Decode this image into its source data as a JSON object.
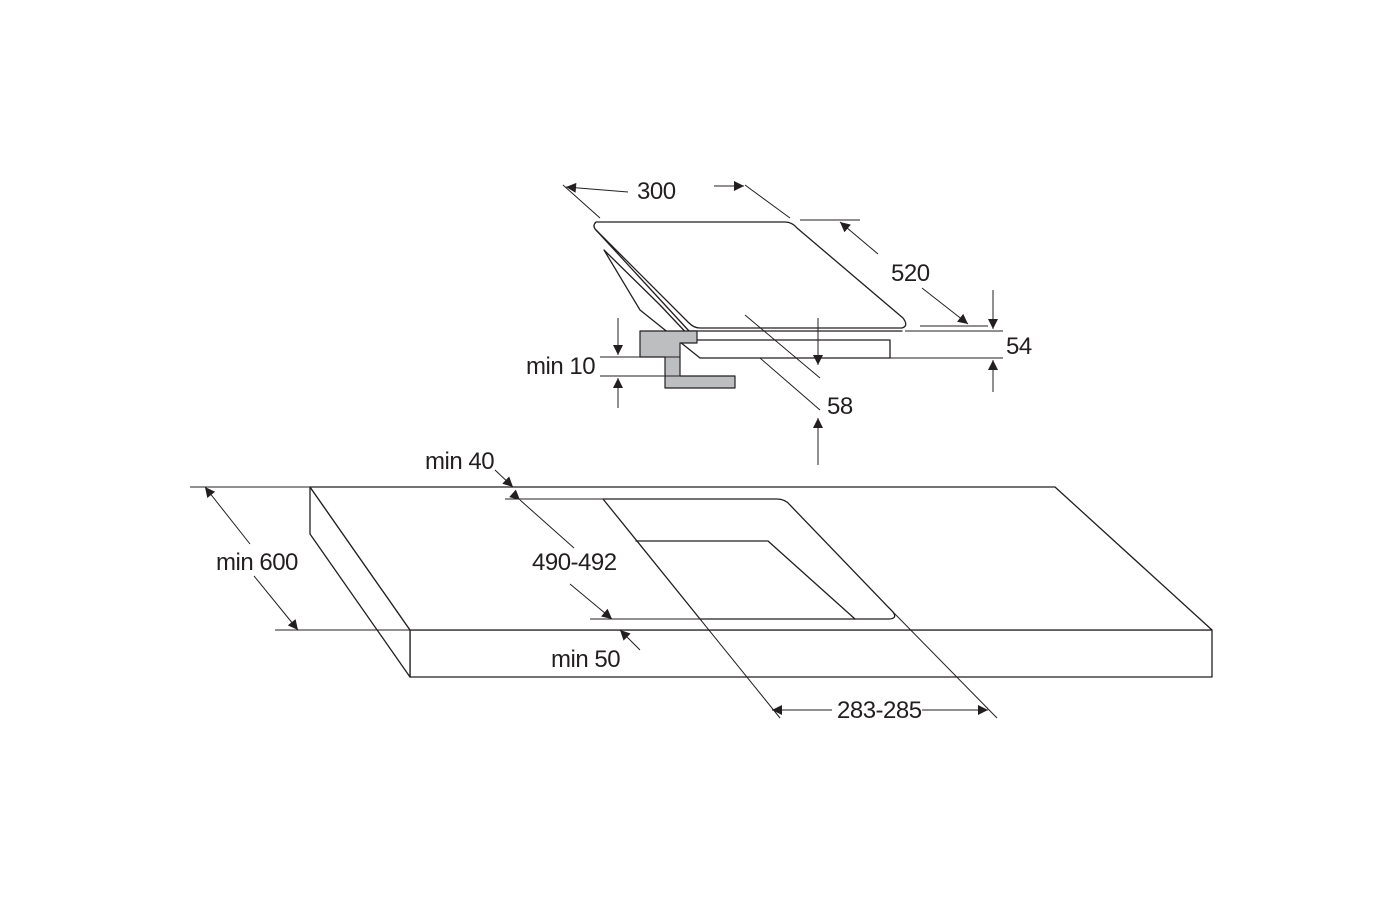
{
  "diagram": {
    "stroke_color": "#231f20",
    "bracket_color": "#bcbec0",
    "labels": {
      "width": "300",
      "depth": "520",
      "height": "54",
      "clearance": "min 10",
      "inset": "58",
      "back_margin": "min 40",
      "counter_depth": "min 600",
      "cutout_depth": "490-492",
      "front_margin": "min 50",
      "cutout_width": "283-285"
    }
  }
}
